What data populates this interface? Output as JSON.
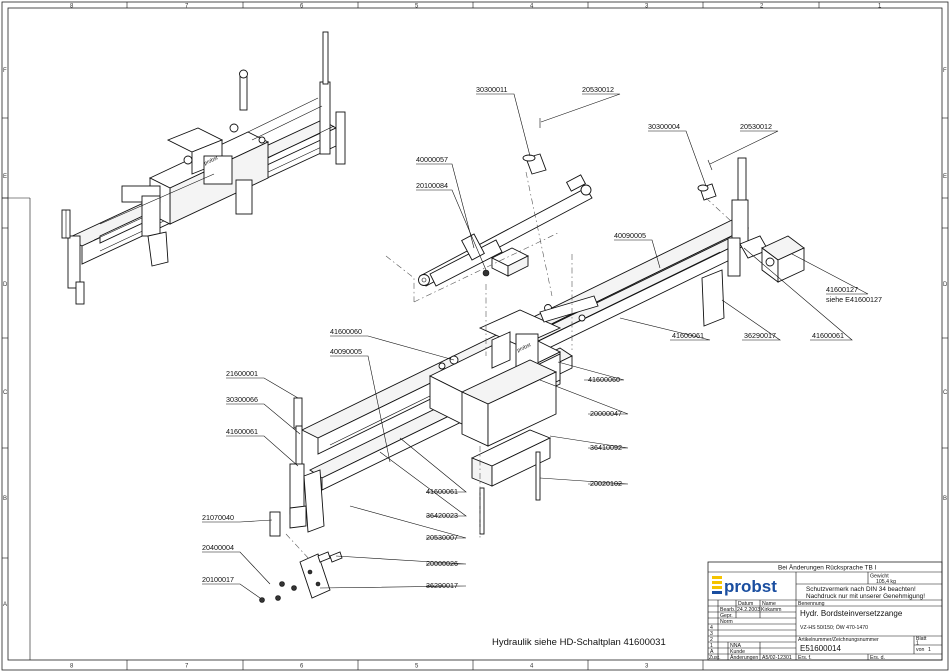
{
  "grid": {
    "columns": [
      "8",
      "7",
      "6",
      "5",
      "4",
      "3",
      "2",
      "1"
    ],
    "rows": [
      "F",
      "E",
      "D",
      "C",
      "B",
      "A"
    ]
  },
  "callouts": [
    "30300011",
    "20530012",
    "30300004",
    "20530012",
    "40000057",
    "20100084",
    "40090005",
    "41600127",
    "siehe E41600127",
    "41600061",
    "36290017",
    "41600061",
    "41600060",
    "40090005",
    "41600060",
    "20000047",
    "21600001",
    "30300066",
    "41600061",
    "36410092",
    "20020102",
    "41600061",
    "36420023",
    "20530007",
    "21070040",
    "20400004",
    "20000026",
    "20100017",
    "36290017"
  ],
  "hydraulik_note": "Hydraulik siehe HD-Schaltplan 41600031",
  "title_block": {
    "top_note": "Bei Änderungen Rücksprache TB I",
    "logo_text": "probst",
    "weight_label": "Gewicht",
    "weight_value": "105,4 kg",
    "protection_line1": "Schutzvermerk nach DIN 34 beachten!",
    "protection_line2": "Nachdruck nur mit unserer Genehmigung!",
    "datum_label": "Datum",
    "name_label": "Name",
    "benennung_label": "Benennung",
    "bearb_label": "Bearb.",
    "bearb_date": "24.2.2003",
    "bearb_name": "Kirkamm",
    "gepr_label": "Gepr.",
    "norm_label": "Norm",
    "title": "Hydr. Bordsteinversetzzange",
    "subtitle": "VZ-HS 50/150; ÖW 470-1470",
    "rev_rows": [
      "4",
      "3",
      "2",
      "1"
    ],
    "a_label": "A",
    "rev_a_value": "NNA",
    "rev_kunde": "Kunde",
    "ident_label": "Artikelnummer/Zeichnungsnummer",
    "drawing_number": "E51600014",
    "blatt_label": "Blatt",
    "blatt_value": "1",
    "von_label": "von",
    "von_value": "1",
    "zust_label": "Zust.",
    "aend_label": "Änderungen",
    "aend_value": "A5/02-12301",
    "ers_fuer": "Ers. f.",
    "ers_durch": "Ers. d."
  }
}
